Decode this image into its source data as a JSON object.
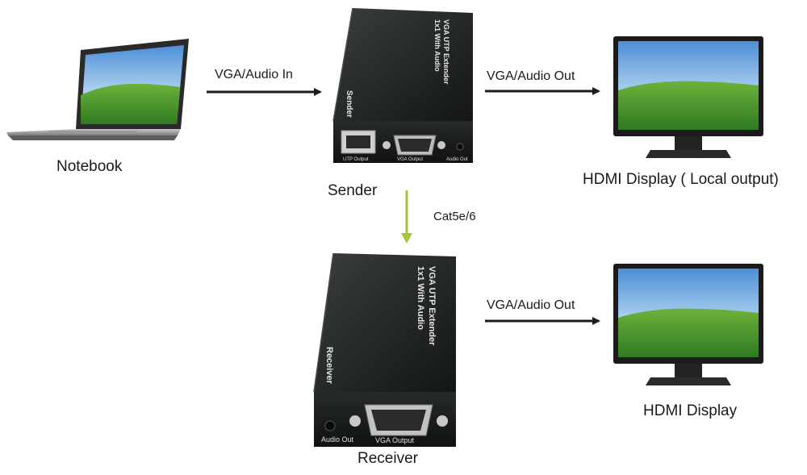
{
  "captions": {
    "notebook": "Notebook",
    "sender": "Sender",
    "receiver": "Receiver",
    "display_local": "HDMI Display  ( Local output)",
    "display_remote": "HDMI Display"
  },
  "links": {
    "vga_in": "VGA/Audio In",
    "vga_out_sender": "VGA/Audio Out",
    "vga_out_receiver": "VGA/Audio Out",
    "cable": "Cat5e/6"
  },
  "device_text": {
    "sender_title_line1": "VGA UTP Extender",
    "sender_title_line2": "1x1 With Audio",
    "sender_side": "Sender",
    "sender_port_utp": "UTP Output",
    "sender_port_vga": "VGA Output",
    "sender_port_audio": "Audio Out",
    "receiver_title_line1": "VGA UTP Extender",
    "receiver_title_line2": "1x1 With Audio",
    "receiver_side": "Receiver",
    "receiver_port_audio": "Audio Out",
    "receiver_port_vga": "VGA Output"
  },
  "colors": {
    "arrow": "#1c1c1c",
    "cable_arrow": "#a6c43a",
    "device_body": "#1d1f1f",
    "screen_sky": "#6fa8dc",
    "screen_grass": "#3f8f2e"
  },
  "icons": {
    "laptop": "laptop-icon",
    "monitor": "monitor-icon",
    "sender": "sender-box-icon",
    "receiver": "receiver-box-icon"
  }
}
